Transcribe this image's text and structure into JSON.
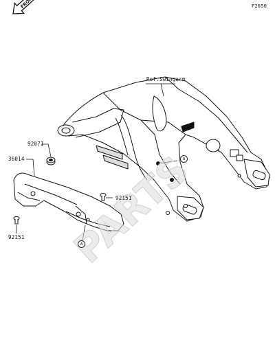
{
  "figure_code": "F2650",
  "front_indicator": "FRONT",
  "ref_label": "Ref.Swingarm",
  "watermark": "PARTS",
  "parts": [
    {
      "number": "92071"
    },
    {
      "number": "36014"
    },
    {
      "number": "92151"
    },
    {
      "number": "92151"
    }
  ],
  "callout_letter": "A"
}
